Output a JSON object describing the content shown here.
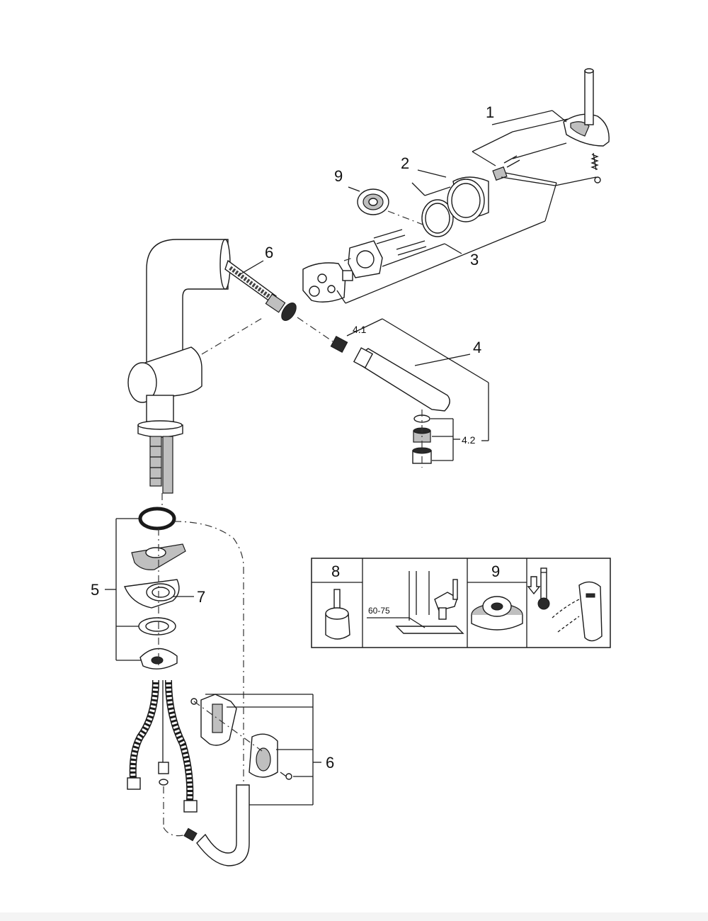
{
  "labels": {
    "part_1": "1",
    "part_2": "2",
    "part_3": "3",
    "part_4": "4",
    "part_4_1": "4.1",
    "part_4_2": "4.2",
    "part_5": "5",
    "part_6_spout": "6",
    "part_6_bracket": "6",
    "part_7": "7",
    "part_9_top": "9"
  },
  "inset": {
    "cell_8_label": "8",
    "cell_dimension": "60-75",
    "cell_9_label": "9"
  },
  "colors": {
    "line": "#1a1a1a",
    "shade": "#bfbfbf",
    "background": "#ffffff"
  },
  "icons": [
    "lever-handle-icon",
    "temperature-icon",
    "arrow-down-icon",
    "mixer-lever-icon"
  ]
}
